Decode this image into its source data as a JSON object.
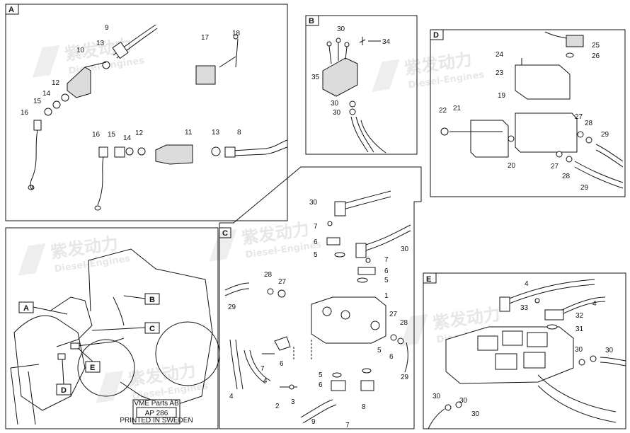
{
  "watermark": {
    "cn": "紫发动力",
    "en": "Diesel-Engines"
  },
  "panels": {
    "A": {
      "tag": "A",
      "labels": [
        "9",
        "10",
        "13",
        "12",
        "14",
        "15",
        "16",
        "17",
        "18",
        "16",
        "15",
        "14",
        "12",
        "11",
        "13",
        "8"
      ]
    },
    "B": {
      "tag": "B",
      "labels": [
        "30",
        "34",
        "35",
        "30",
        "30"
      ]
    },
    "C": {
      "tag": "C",
      "labels": [
        "30",
        "7",
        "6",
        "5",
        "30",
        "7",
        "6",
        "5",
        "28",
        "27",
        "29",
        "1",
        "27",
        "28",
        "29",
        "4",
        "6",
        "7",
        "5",
        "6",
        "4",
        "5",
        "6",
        "2",
        "3",
        "8",
        "9",
        "7"
      ]
    },
    "D": {
      "tag": "D",
      "labels": [
        "25",
        "24",
        "26",
        "23",
        "19",
        "22",
        "21",
        "27",
        "28",
        "29",
        "20",
        "27",
        "28",
        "29"
      ]
    },
    "E": {
      "tag": "E",
      "labels": [
        "4",
        "4",
        "33",
        "32",
        "31",
        "30",
        "30",
        "30",
        "30",
        "30"
      ]
    },
    "overview": {
      "callouts": [
        "A",
        "B",
        "C",
        "D",
        "E"
      ]
    }
  },
  "title_block": {
    "heading": "VME Parts AB",
    "code": "AP 286",
    "footer": "PRINTED IN SWEDEN"
  }
}
